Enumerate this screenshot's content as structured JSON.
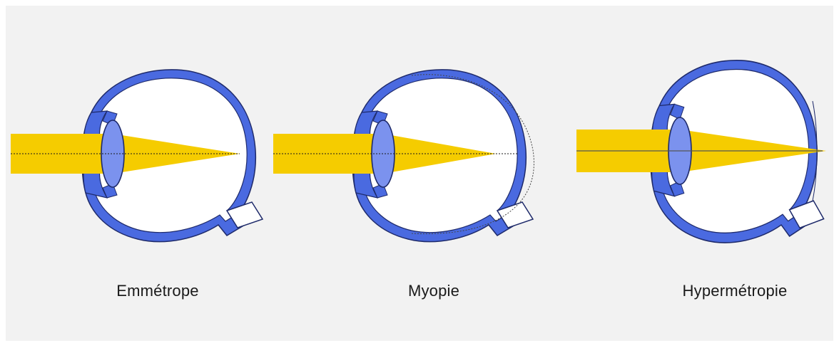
{
  "colors": {
    "background": "#f2f2f2",
    "sclera_blue": "#4a6ae0",
    "sclera_outline": "#1e2a6a",
    "lens_blue": "#7b92ee",
    "light_yellow": "#f5cc00",
    "interior": "#ffffff",
    "optical_axis": "#1a1a1a"
  },
  "captions": [
    {
      "label": "Emmétrope"
    },
    {
      "label": "Myopie"
    },
    {
      "label": "Hypermétropie"
    }
  ]
}
